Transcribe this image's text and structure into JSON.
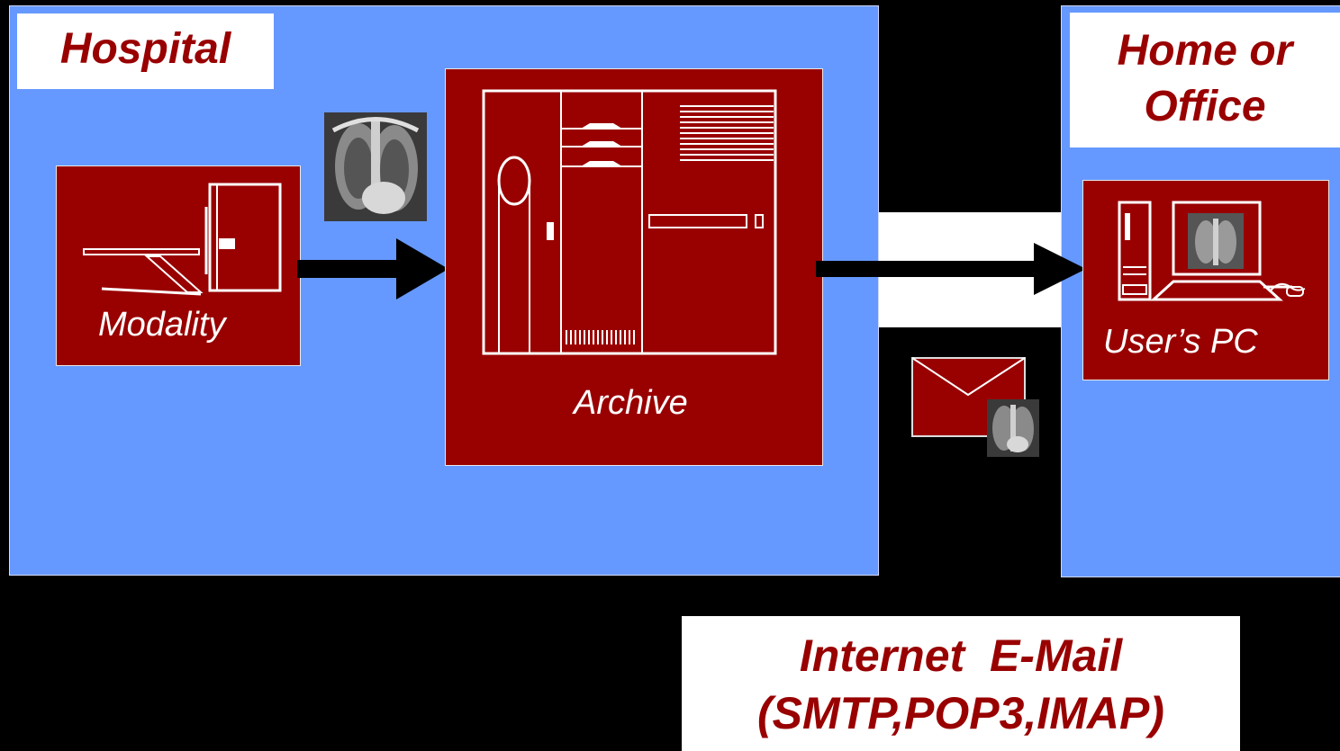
{
  "zones": {
    "hospital": {
      "title": "Hospital"
    },
    "home": {
      "title_line1": "Home or",
      "title_line2": "Office"
    }
  },
  "devices": {
    "modality": {
      "label": "Modality"
    },
    "archive": {
      "label": "Archive"
    },
    "users_pc": {
      "label": "User’s PC"
    }
  },
  "protocol": {
    "line1": "Internet  E-Mail",
    "line2": "(SMTP,POP3,IMAP)"
  },
  "colors": {
    "zone_blue": "#6699ff",
    "device_red": "#990000",
    "text_red": "#990000",
    "background": "#000000"
  },
  "icons": [
    "xray-image-icon",
    "envelope-icon",
    "arrow-right-icon",
    "modality-icon",
    "archive-server-icon",
    "pc-icon"
  ]
}
